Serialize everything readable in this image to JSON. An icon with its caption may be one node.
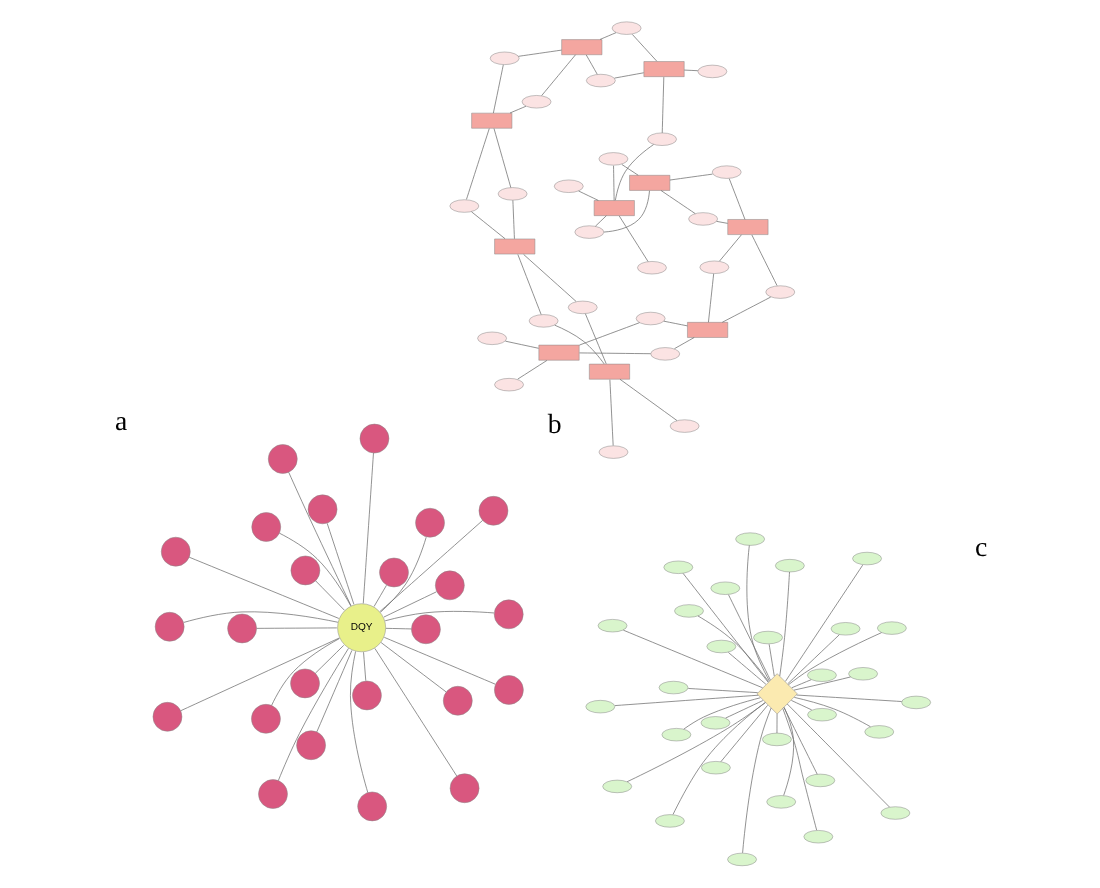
{
  "diagram": {
    "nodes": [
      {
        "text": [
          "DQY"
        ]
      },
      {
        "text": [],
        "shape": "circle"
      },
      {
        "text": [],
        "shape": "circle"
      },
      {
        "text": [],
        "shape": "circle"
      },
      {
        "text": [],
        "shape": "circle"
      },
      {
        "text": [],
        "shape": "circle"
      },
      {
        "text": [],
        "shape": "circle"
      },
      {
        "text": [],
        "shape": "circle"
      },
      {
        "text": [],
        "shape": "circle"
      },
      {
        "text": [],
        "shape": "circle"
      },
      {
        "text": [],
        "shape": "circle"
      },
      {
        "text": [],
        "shape": "circle"
      },
      {
        "text": [],
        "shape": "circle"
      },
      {
        "text": [],
        "shape": "circle"
      },
      {
        "text": [],
        "shape": "circle"
      },
      {
        "text": [],
        "shape": "circle"
      },
      {
        "text": [],
        "shape": "circle"
      },
      {
        "text": [],
        "shape": "circle"
      },
      {
        "text": [],
        "shape": "circle"
      },
      {
        "text": [],
        "shape": "circle"
      },
      {
        "text": [],
        "shape": "circle"
      },
      {
        "text": [],
        "shape": "circle"
      },
      {
        "text": [],
        "shape": "circle"
      },
      {
        "text": [],
        "shape": "circle"
      },
      {
        "text": [],
        "shape": "circle"
      },
      {
        "text": [],
        "shape": "box"
      },
      {
        "text": [],
        "shape": "box"
      },
      {
        "text": [],
        "shape": "box"
      },
      {
        "text": [],
        "shape": "box"
      },
      {
        "text": [],
        "shape": "box"
      },
      {
        "text": [],
        "shape": "box"
      },
      {
        "text": [],
        "shape": "box"
      },
      {
        "text": [],
        "shape": "box"
      },
      {
        "text": [],
        "shape": "box"
      },
      {
        "text": [],
        "shape": "box"
      },
      {
        "text": [],
        "shape": "ellipse"
      },
      {
        "text": [],
        "shape": "ellipse"
      },
      {
        "text": [],
        "shape": "ellipse"
      },
      {
        "text": [],
        "shape": "ellipse"
      },
      {
        "text": [],
        "shape": "ellipse"
      },
      {
        "text": [],
        "shape": "ellipse"
      },
      {
        "text": [],
        "shape": "ellipse"
      },
      {
        "text": [],
        "shape": "ellipse"
      },
      {
        "text": [],
        "shape": "ellipse"
      },
      {
        "text": [],
        "shape": "ellipse"
      },
      {
        "text": [],
        "shape": "ellipse"
      },
      {
        "text": [],
        "shape": "ellipse"
      },
      {
        "text": [],
        "shape": "ellipse"
      },
      {
        "text": [],
        "shape": "ellipse"
      },
      {
        "text": [],
        "shape": "ellipse"
      },
      {
        "text": [],
        "shape": "ellipse"
      },
      {
        "text": [],
        "shape": "ellipse"
      },
      {
        "text": [],
        "shape": "ellipse"
      },
      {
        "text": [],
        "shape": "ellipse"
      },
      {
        "text": [],
        "shape": "ellipse"
      },
      {
        "text": [],
        "shape": "ellipse"
      },
      {
        "text": [],
        "shape": "ellipse"
      },
      {
        "text": [],
        "shape": "ellipse"
      },
      {
        "text": [],
        "shape": "ellipse"
      },
      {
        "text": [],
        "shape": "diamond"
      },
      {
        "text": [],
        "shape": "ellipse"
      },
      {
        "text": [],
        "shape": "ellipse"
      },
      {
        "text": [],
        "shape": "ellipse"
      },
      {
        "text": [],
        "shape": "ellipse"
      },
      {
        "text": [],
        "shape": "ellipse"
      },
      {
        "text": [],
        "shape": "ellipse"
      },
      {
        "text": [],
        "shape": "ellipse"
      },
      {
        "text": [],
        "shape": "ellipse"
      },
      {
        "text": [],
        "shape": "ellipse"
      },
      {
        "text": [],
        "shape": "ellipse"
      },
      {
        "text": [],
        "shape": "ellipse"
      },
      {
        "text": [],
        "shape": "ellipse"
      },
      {
        "text": [],
        "shape": "ellipse"
      },
      {
        "text": [],
        "shape": "ellipse"
      },
      {
        "text": [],
        "shape": "ellipse"
      },
      {
        "text": [],
        "shape": "ellipse"
      },
      {
        "text": [],
        "shape": "ellipse"
      },
      {
        "text": [],
        "shape": "ellipse"
      },
      {
        "text": [],
        "shape": "ellipse"
      },
      {
        "text": [],
        "shape": "ellipse"
      },
      {
        "text": [],
        "shape": "ellipse"
      },
      {
        "text": [],
        "shape": "ellipse"
      },
      {
        "text": [],
        "shape": "ellipse"
      },
      {
        "text": [],
        "shape": "ellipse"
      },
      {
        "text": [],
        "shape": "ellipse"
      },
      {
        "text": [],
        "shape": "ellipse"
      },
      {
        "text": [],
        "shape": "ellipse"
      },
      {
        "text": [],
        "shape": "ellipse"
      },
      {
        "text": [],
        "shape": "ellipse"
      }
    ],
    "edges": [
      {
        "from": 0,
        "to": 1,
        "arrow": "none"
      },
      {
        "from": 0,
        "to": 2,
        "arrow": "none"
      },
      {
        "from": 0,
        "to": 3,
        "arrow": "none"
      },
      {
        "from": 0,
        "to": 4,
        "arrow": "none"
      },
      {
        "from": 0,
        "to": 5,
        "arrow": "none"
      },
      {
        "from": 0,
        "to": 6,
        "arrow": "none"
      },
      {
        "from": 0,
        "to": 7,
        "arrow": "none"
      },
      {
        "from": 0,
        "to": 8,
        "arrow": "none"
      },
      {
        "from": 0,
        "to": 9,
        "arrow": "none"
      },
      {
        "from": 0,
        "to": 10,
        "arrow": "none"
      },
      {
        "from": 0,
        "to": 11,
        "arrow": "none"
      },
      {
        "from": 0,
        "to": 12,
        "arrow": "none"
      },
      {
        "from": 0,
        "to": 13,
        "arrow": "none"
      },
      {
        "from": 0,
        "to": 14,
        "arrow": "none"
      },
      {
        "from": 0,
        "to": 15,
        "arrow": "none"
      },
      {
        "from": 0,
        "to": 16,
        "arrow": "none"
      },
      {
        "from": 0,
        "to": 17,
        "arrow": "none"
      },
      {
        "from": 0,
        "to": 18,
        "arrow": "none"
      },
      {
        "from": 0,
        "to": 19,
        "arrow": "none"
      },
      {
        "from": 0,
        "to": 20,
        "arrow": "none"
      },
      {
        "from": 0,
        "to": 21,
        "arrow": "none"
      },
      {
        "from": 0,
        "to": 22,
        "arrow": "none"
      },
      {
        "from": 0,
        "to": 23,
        "arrow": "none"
      },
      {
        "from": 0,
        "to": 24,
        "arrow": "none"
      },
      {
        "from": 25,
        "to": 35,
        "arrow": "none"
      },
      {
        "from": 25,
        "to": 42,
        "arrow": "none"
      },
      {
        "from": 25,
        "to": 49,
        "arrow": "none"
      },
      {
        "from": 25,
        "to": 56,
        "arrow": "none"
      },
      {
        "from": 25,
        "to": 44,
        "arrow": "none"
      },
      {
        "from": 26,
        "to": 40,
        "arrow": "none"
      },
      {
        "from": 26,
        "to": 47,
        "arrow": "none"
      },
      {
        "from": 26,
        "to": 54,
        "arrow": "none"
      },
      {
        "from": 26,
        "to": 37,
        "arrow": "none"
      },
      {
        "from": 27,
        "to": 45,
        "arrow": "none"
      },
      {
        "from": 27,
        "to": 52,
        "arrow": "none"
      },
      {
        "from": 27,
        "to": 35,
        "arrow": "none"
      },
      {
        "from": 27,
        "to": 42,
        "arrow": "none"
      },
      {
        "from": 28,
        "to": 50,
        "arrow": "none"
      },
      {
        "from": 28,
        "to": 57,
        "arrow": "none"
      },
      {
        "from": 28,
        "to": 40,
        "arrow": "none"
      },
      {
        "from": 28,
        "to": 47,
        "arrow": "none"
      },
      {
        "from": 29,
        "to": 55,
        "arrow": "none"
      },
      {
        "from": 29,
        "to": 38,
        "arrow": "none"
      },
      {
        "from": 29,
        "to": 45,
        "arrow": "none"
      },
      {
        "from": 29,
        "to": 52,
        "arrow": "none"
      },
      {
        "from": 30,
        "to": 36,
        "arrow": "none"
      },
      {
        "from": 30,
        "to": 43,
        "arrow": "none"
      },
      {
        "from": 30,
        "to": 50,
        "arrow": "none"
      },
      {
        "from": 30,
        "to": 57,
        "arrow": "none"
      },
      {
        "from": 31,
        "to": 41,
        "arrow": "none"
      },
      {
        "from": 31,
        "to": 48,
        "arrow": "none"
      },
      {
        "from": 31,
        "to": 55,
        "arrow": "none"
      },
      {
        "from": 31,
        "to": 38,
        "arrow": "none"
      },
      {
        "from": 32,
        "to": 46,
        "arrow": "none"
      },
      {
        "from": 32,
        "to": 53,
        "arrow": "none"
      },
      {
        "from": 32,
        "to": 36,
        "arrow": "none"
      },
      {
        "from": 32,
        "to": 43,
        "arrow": "none"
      },
      {
        "from": 33,
        "to": 51,
        "arrow": "none"
      },
      {
        "from": 33,
        "to": 58,
        "arrow": "none"
      },
      {
        "from": 33,
        "to": 41,
        "arrow": "none"
      },
      {
        "from": 33,
        "to": 48,
        "arrow": "none"
      },
      {
        "from": 34,
        "to": 56,
        "arrow": "none"
      },
      {
        "from": 34,
        "to": 39,
        "arrow": "none"
      },
      {
        "from": 34,
        "to": 46,
        "arrow": "none"
      },
      {
        "from": 34,
        "to": 53,
        "arrow": "none"
      },
      {
        "from": 59,
        "to": 60,
        "arrow": "none"
      },
      {
        "from": 59,
        "to": 61,
        "arrow": "none"
      },
      {
        "from": 59,
        "to": 62,
        "arrow": "none"
      },
      {
        "from": 59,
        "to": 63,
        "arrow": "none"
      },
      {
        "from": 59,
        "to": 64,
        "arrow": "none"
      },
      {
        "from": 59,
        "to": 65,
        "arrow": "none"
      },
      {
        "from": 59,
        "to": 66,
        "arrow": "none"
      },
      {
        "from": 59,
        "to": 67,
        "arrow": "none"
      },
      {
        "from": 59,
        "to": 68,
        "arrow": "none"
      },
      {
        "from": 59,
        "to": 69,
        "arrow": "none"
      },
      {
        "from": 59,
        "to": 70,
        "arrow": "none"
      },
      {
        "from": 59,
        "to": 71,
        "arrow": "none"
      },
      {
        "from": 59,
        "to": 72,
        "arrow": "none"
      },
      {
        "from": 59,
        "to": 73,
        "arrow": "none"
      },
      {
        "from": 59,
        "to": 74,
        "arrow": "none"
      },
      {
        "from": 59,
        "to": 75,
        "arrow": "none"
      },
      {
        "from": 59,
        "to": 76,
        "arrow": "none"
      },
      {
        "from": 59,
        "to": 77,
        "arrow": "none"
      },
      {
        "from": 59,
        "to": 78,
        "arrow": "none"
      },
      {
        "from": 59,
        "to": 79,
        "arrow": "none"
      },
      {
        "from": 59,
        "to": 80,
        "arrow": "none"
      },
      {
        "from": 59,
        "to": 81,
        "arrow": "none"
      },
      {
        "from": 59,
        "to": 82,
        "arrow": "none"
      },
      {
        "from": 59,
        "to": 83,
        "arrow": "none"
      },
      {
        "from": 59,
        "to": 84,
        "arrow": "none"
      },
      {
        "from": 59,
        "to": 85,
        "arrow": "none"
      },
      {
        "from": 59,
        "to": 86,
        "arrow": "none"
      },
      {
        "from": 59,
        "to": 87,
        "arrow": "none"
      },
      {
        "from": 59,
        "to": 88,
        "arrow": "none"
      }
    ],
    "labels": [
      "a",
      "b",
      "c"
    ]
  }
}
